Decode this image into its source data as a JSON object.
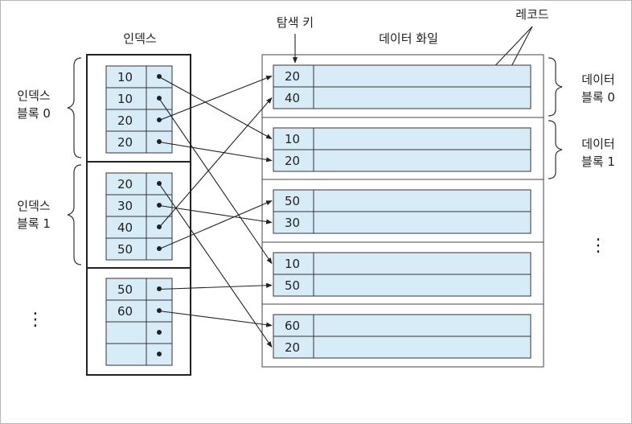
{
  "title_index": "인덱스",
  "title_search_key": "탐색 키",
  "title_data_file": "데이터 화일",
  "title_record": "레코드",
  "index_blocks": [
    {
      "label_line1": "인덱스",
      "label_line2": "블록 0",
      "entries": [
        "10",
        "10",
        "20",
        "20"
      ]
    },
    {
      "label_line1": "인덱스",
      "label_line2": "블록 1",
      "entries": [
        "20",
        "30",
        "40",
        "50"
      ]
    },
    {
      "label_line1": "",
      "label_line2": "",
      "entries": [
        "50",
        "60",
        "",
        ""
      ]
    }
  ],
  "data_blocks": [
    {
      "label_line1": "데이터",
      "label_line2": "블록 0",
      "records": [
        "20",
        "40"
      ]
    },
    {
      "label_line1": "데이터",
      "label_line2": "블록 1",
      "records": [
        "10",
        "20"
      ]
    },
    {
      "label_line1": "",
      "label_line2": "",
      "records": [
        "50",
        "30"
      ]
    },
    {
      "label_line1": "",
      "label_line2": "",
      "records": [
        "10",
        "50"
      ]
    },
    {
      "label_line1": "",
      "label_line2": "",
      "records": [
        "60",
        "20"
      ]
    }
  ],
  "pointers": [
    {
      "from": [
        0,
        0
      ],
      "to": [
        1,
        0
      ]
    },
    {
      "from": [
        0,
        1
      ],
      "to": [
        3,
        0
      ]
    },
    {
      "from": [
        0,
        2
      ],
      "to": [
        0,
        0
      ]
    },
    {
      "from": [
        0,
        3
      ],
      "to": [
        1,
        1
      ]
    },
    {
      "from": [
        1,
        0
      ],
      "to": [
        4,
        1
      ]
    },
    {
      "from": [
        1,
        1
      ],
      "to": [
        2,
        1
      ]
    },
    {
      "from": [
        1,
        2
      ],
      "to": [
        0,
        1
      ]
    },
    {
      "from": [
        1,
        3
      ],
      "to": [
        2,
        0
      ]
    },
    {
      "from": [
        2,
        0
      ],
      "to": [
        3,
        1
      ]
    },
    {
      "from": [
        2,
        1
      ],
      "to": [
        4,
        0
      ]
    }
  ],
  "ellipsis": "⋮"
}
